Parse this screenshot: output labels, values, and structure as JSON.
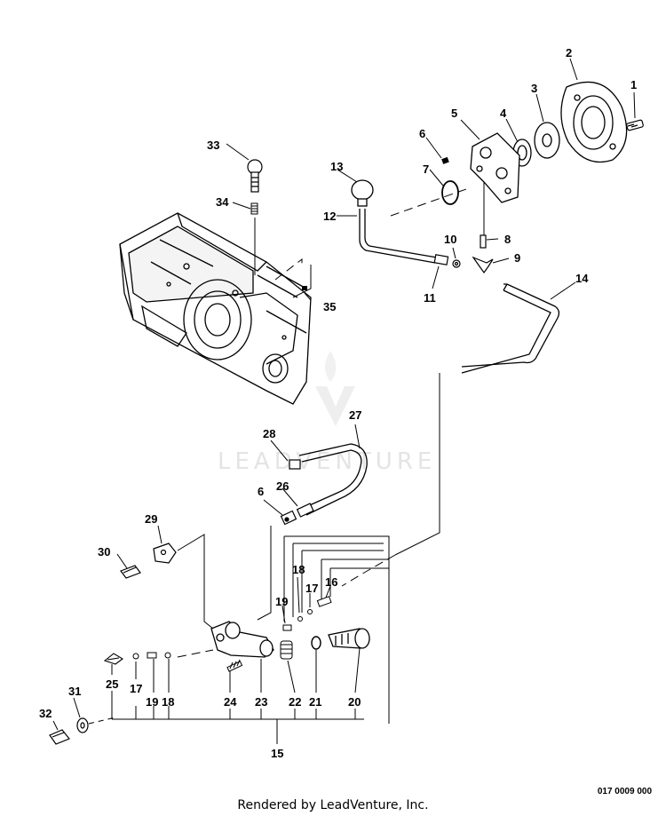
{
  "callouts": {
    "c1": "1",
    "c2": "2",
    "c3": "3",
    "c4": "4",
    "c5": "5",
    "c6a": "6",
    "c6b": "6",
    "c7": "7",
    "c8": "8",
    "c9": "9",
    "c10": "10",
    "c11": "11",
    "c12": "12",
    "c13": "13",
    "c14": "14",
    "c15": "15",
    "c16": "16",
    "c17a": "17",
    "c17b": "17",
    "c18a": "18",
    "c18b": "18",
    "c19a": "19",
    "c19b": "19",
    "c20": "20",
    "c21": "21",
    "c22": "22",
    "c23": "23",
    "c24": "24",
    "c25": "25",
    "c26": "26",
    "c27": "27",
    "c28": "28",
    "c29": "29",
    "c30": "30",
    "c31": "31",
    "c32": "32",
    "c33": "33",
    "c34": "34",
    "c35": "35"
  },
  "watermark": "LEADVENTURE",
  "footer": {
    "diagram_code": "017 0009 000",
    "rendered_by": "Rendered by LeadVenture, Inc."
  }
}
